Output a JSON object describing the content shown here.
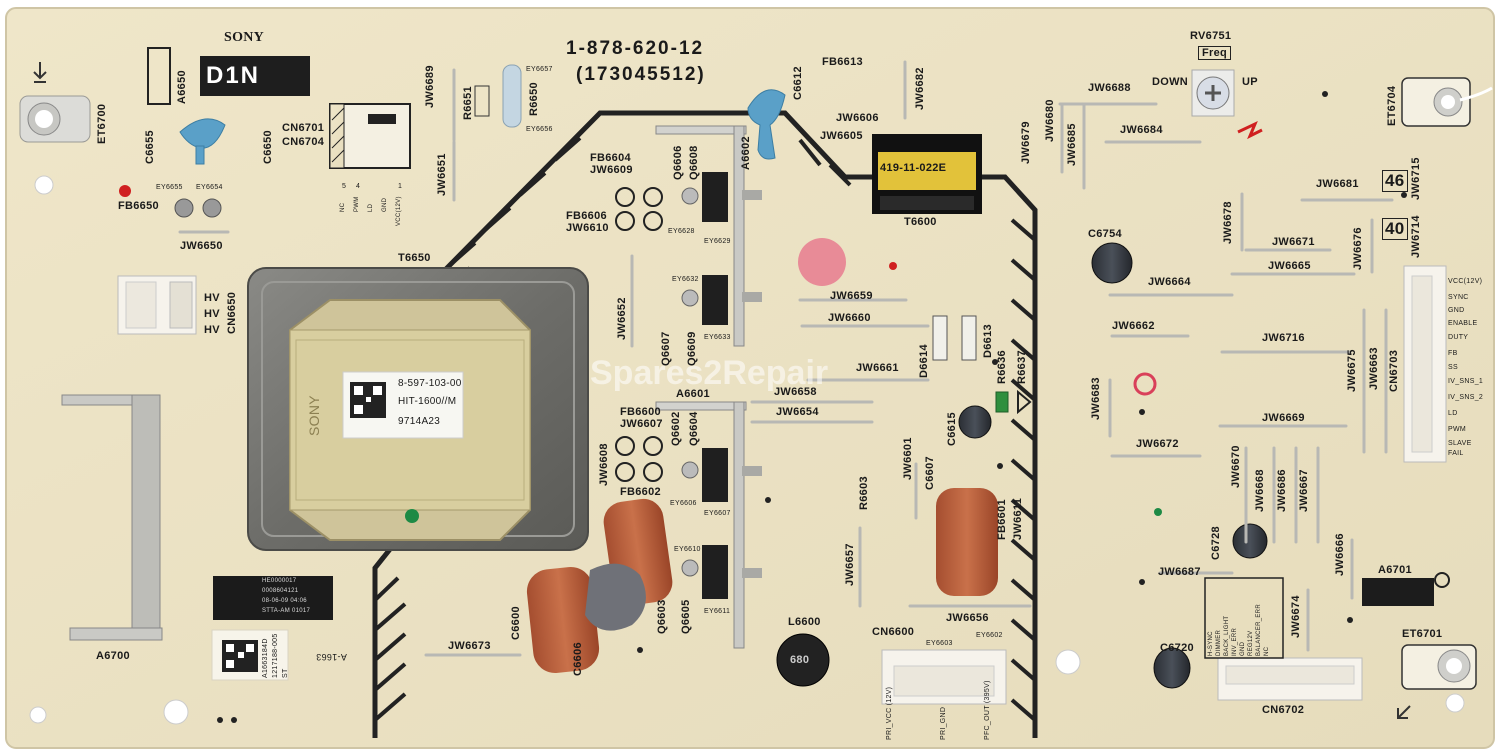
{
  "board": {
    "brand": "SONY",
    "logo": "D1N",
    "part_number": "1-878-620-12",
    "part_code": "(173045512)",
    "watermark": "Spares2Repair"
  },
  "transformer_label": {
    "lines": [
      "8-597-103-00",
      "HIT-1600//M",
      "9714A23"
    ],
    "brand": "SONY"
  },
  "sticker_small": {
    "lines": [
      "HE0000017",
      "0008604121",
      "08-06-09 04:06",
      "STTA-AM 01017"
    ]
  },
  "sticker_qr": {
    "lines": [
      "A1663184D",
      "1217188-005",
      "ST"
    ],
    "side_text": "A-1663"
  },
  "flyback_label": "419-11-022E",
  "connector_cn6650_pins": [
    "HV",
    "HV",
    "HV"
  ],
  "cn6701_pins": [
    "NC",
    "PWM",
    "LD",
    "GND",
    "VCC(12V)"
  ],
  "cn6701_pin_numbers": [
    "5",
    "4",
    "1"
  ],
  "cn6703_pins": [
    "VCC(12V)",
    "SYNC",
    "GND",
    "ENABLE",
    "DUTY",
    "FB",
    "SS",
    "IV_SNS_1",
    "IV_SNS_2",
    "LD",
    "PWM",
    "SLAVE",
    "FAIL"
  ],
  "cn6702_pins": [
    "H-SYNC",
    "DIMMER",
    "BACK_LIGHT",
    "INV_ERR",
    "GND",
    "REG12V",
    "BALANCER_ERR",
    "NC"
  ],
  "cn6600_pins": [
    "PRI_VCC (12V)",
    "PRI_GND",
    "PFC_OUT (395V)"
  ],
  "rv6751": {
    "name": "RV6751",
    "sub": "Freq",
    "down": "DOWN",
    "up": "UP"
  },
  "date_codes": [
    "46",
    "40"
  ],
  "labels": {
    "jw6689": "JW6689",
    "r6651": "R6651",
    "r6650": "R6650",
    "ey6657": "EY6657",
    "ey6656": "EY6656",
    "c6612": "C6612",
    "fb6613": "FB6613",
    "jw6682": "JW6682",
    "jw6606": "JW6606",
    "jw6605": "JW6605",
    "jw6688": "JW6688",
    "jw6679": "JW6679",
    "jw6680": "JW6680",
    "jw6685": "JW6685",
    "jw6684": "JW6684",
    "et6704": "ET6704",
    "jw6681": "JW6681",
    "jw6715": "JW6715",
    "jw6714": "JW6714",
    "jw6678": "JW6678",
    "c6754": "C6754",
    "jw6671": "JW6671",
    "jw6676": "JW6676",
    "jw6665": "JW6665",
    "jw6664": "JW6664",
    "jw6662": "JW6662",
    "jw6716": "JW6716",
    "jw6675": "JW6675",
    "jw6663": "JW6663",
    "cn6703": "CN6703",
    "jw6683": "JW6683",
    "jw6669": "JW6669",
    "jw6672": "JW6672",
    "jw6670": "JW6670",
    "jw6668": "JW6668",
    "jw6686": "JW6686",
    "jw6667": "JW6667",
    "c6728": "C6728",
    "jw6687": "JW6687",
    "jw6666": "JW6666",
    "a6701": "A6701",
    "jw6674": "JW6674",
    "c6720": "C6720",
    "et6701": "ET6701",
    "cn6702": "CN6702",
    "et6700": "ET6700",
    "a6650": "A6650",
    "c6655": "C6655",
    "c6650": "C6650",
    "cn6701": "CN6701",
    "cn6704": "CN6704",
    "jw6651": "JW6651",
    "ey6655": "EY6655",
    "ey6654": "EY6654",
    "fb6650": "FB6650",
    "jw6650": "JW6650",
    "t6650": "T6650",
    "cn6650": "CN6650",
    "a6700": "A6700",
    "jw6673": "JW6673",
    "c6600": "C6600",
    "fb6604": "FB6604",
    "jw6609": "JW6609",
    "q6606": "Q6606",
    "q6608": "Q6608",
    "a6602": "A6602",
    "fb6606": "FB6606",
    "jw6610": "JW6610",
    "ey6628": "EY6628",
    "ey6629": "EY6629",
    "ey6632": "EY6632",
    "jw6652": "JW6652",
    "q6607": "Q6607",
    "q6609": "Q6609",
    "ey6633": "EY6633",
    "t6600": "T6600",
    "jw6659": "JW6659",
    "jw6660": "JW6660",
    "d6614": "D6614",
    "d6613": "D6613",
    "jw6661": "JW6661",
    "r6636": "R6636",
    "r6637": "R6637",
    "a6601": "A6601",
    "jw6658": "JW6658",
    "jw6654": "JW6654",
    "fb6600": "FB6600",
    "jw6607": "JW6607",
    "q6602": "Q6602",
    "q6604": "Q6604",
    "jw6608": "JW6608",
    "fb6602": "FB6602",
    "ey6606": "EY6606",
    "ey6607": "EY6607",
    "c6615": "C6615",
    "jw6601": "JW6601",
    "c6607": "C6607",
    "fb6601": "FB6601",
    "jw6611": "JW6611",
    "r6603": "R6603",
    "jw6657": "JW6657",
    "ey6610": "EY6610",
    "ey6611": "EY6611",
    "q6603": "Q6603",
    "q6605": "Q6605",
    "l6600": "L6600",
    "jw6656": "JW6656",
    "cn6600": "CN6600",
    "ey6603": "EY6603",
    "ey6602": "EY6602",
    "c6606": "C6606",
    "inductor_marking": "680"
  }
}
